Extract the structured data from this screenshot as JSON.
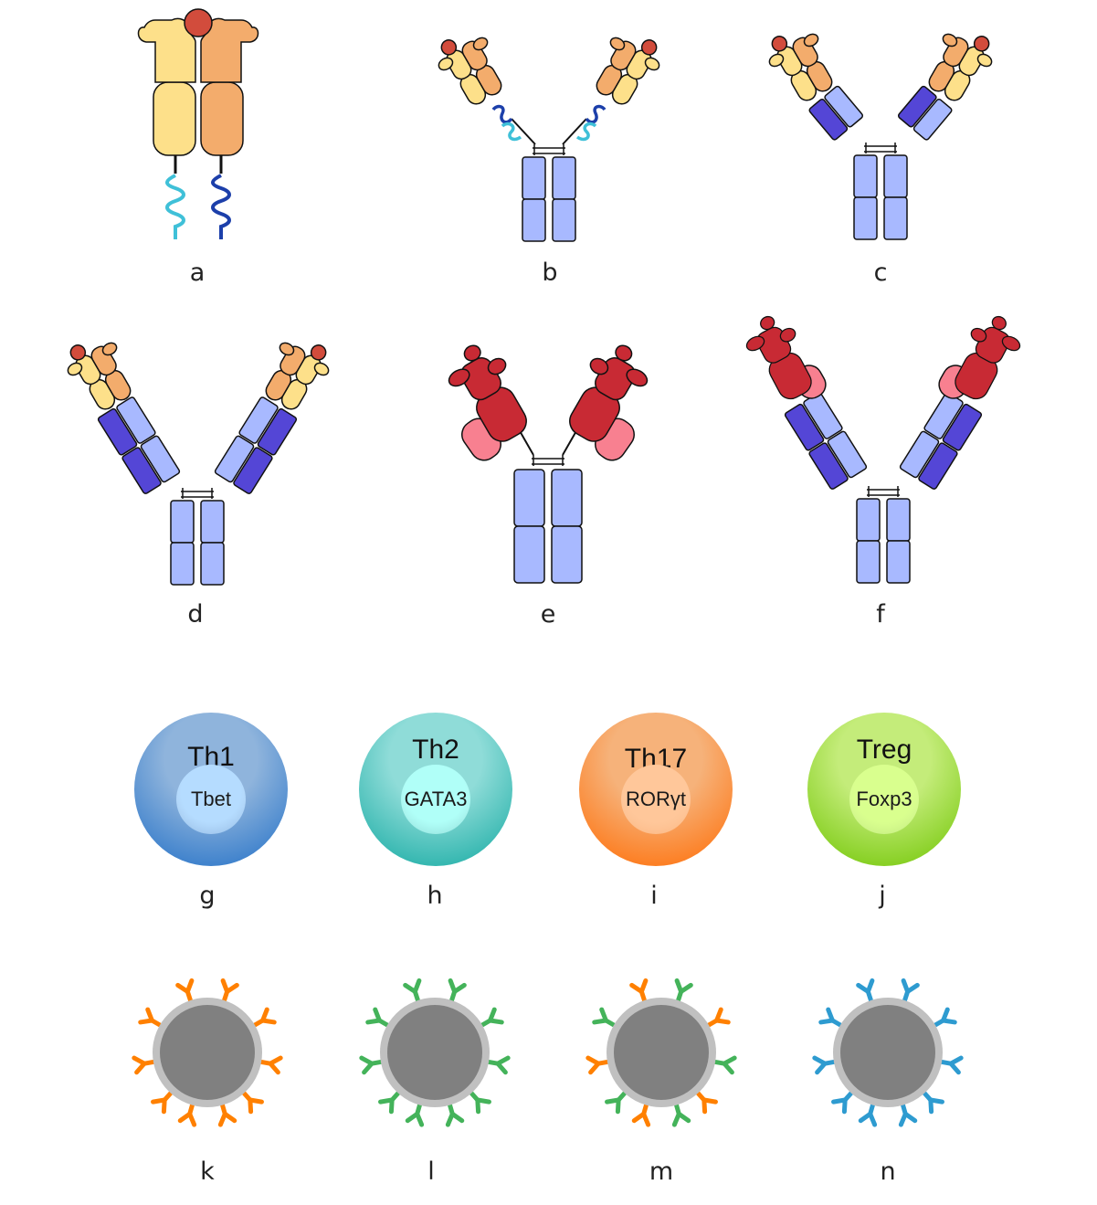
{
  "panel_labels": {
    "a": "a",
    "b": "b",
    "c": "c",
    "d": "d",
    "e": "e",
    "f": "f",
    "g": "g",
    "h": "h",
    "i": "i",
    "j": "j",
    "k": "k",
    "l": "l",
    "m": "m",
    "n": "n"
  },
  "cells": [
    {
      "id": "g",
      "name": "Th1",
      "marker": "Tbet",
      "color_top": "#8fb4dc",
      "color_bottom": "#1f6ec6",
      "nucleus_color": "#b5dcff"
    },
    {
      "id": "h",
      "name": "Th2",
      "marker": "GATA3",
      "color_top": "#8fdcd8",
      "color_bottom": "#10a8a0",
      "nucleus_color": "#b0fff8"
    },
    {
      "id": "i",
      "name": "Th17",
      "marker": "RORγt",
      "color_top": "#f6b27a",
      "color_bottom": "#ff6a00",
      "nucleus_color": "#ffc79a"
    },
    {
      "id": "j",
      "name": "Treg",
      "marker": "Foxp3",
      "color_top": "#c4ec7a",
      "color_bottom": "#6ec400",
      "nucleus_color": "#d9ff8e"
    }
  ],
  "beads": [
    {
      "id": "k",
      "antibody_colors": [
        "#ff8000"
      ]
    },
    {
      "id": "l",
      "antibody_colors": [
        "#44b35a"
      ]
    },
    {
      "id": "m",
      "antibody_colors": [
        "#ff8000",
        "#44b35a"
      ]
    },
    {
      "id": "n",
      "antibody_colors": [
        "#2e9bd0"
      ]
    }
  ],
  "colors": {
    "light_chain_yellow": "#fde08a",
    "heavy_chain_orange": "#f3ac6c",
    "antigen_red": "#d24c3c",
    "linker_cyan": "#3fc0d8",
    "linker_blue": "#1c3faa",
    "constant_light_blue": "#a8b9ff",
    "variable_dark_blue": "#5446d6",
    "camelid_red": "#c82a34",
    "camelid_pink": "#f88090",
    "bead_core": "#808080",
    "bead_rim": "#c0c0c0"
  }
}
